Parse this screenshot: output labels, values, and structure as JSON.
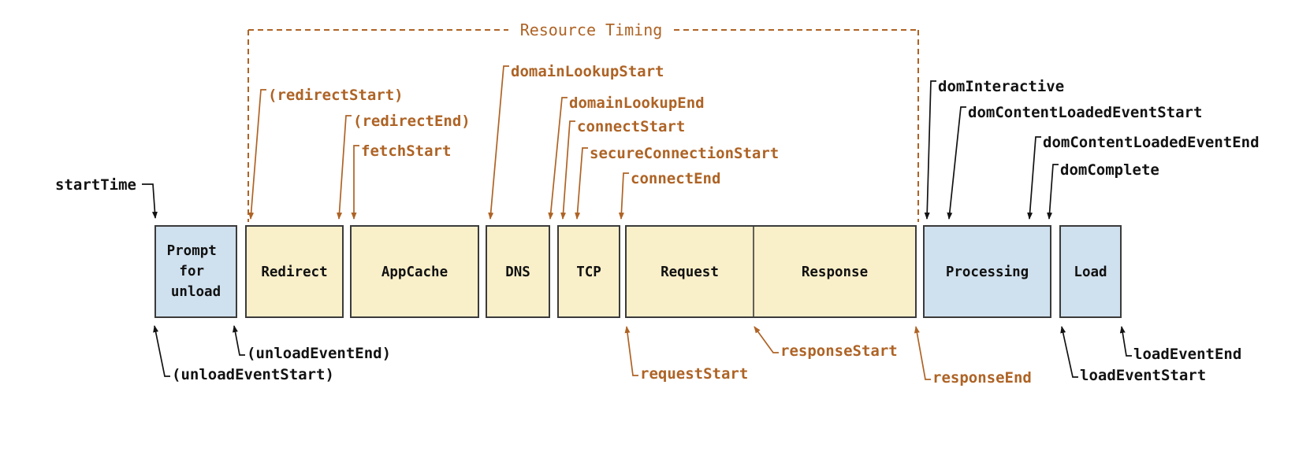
{
  "figure": {
    "title": "Resource Timing"
  },
  "boxes": {
    "prompt": {
      "lines": [
        "Prompt",
        "for",
        "unload"
      ],
      "color": "blue"
    },
    "redirect": {
      "label": "Redirect",
      "color": "yellow"
    },
    "appcache": {
      "label": "AppCache",
      "color": "yellow"
    },
    "dns": {
      "label": "DNS",
      "color": "yellow"
    },
    "tcp": {
      "label": "TCP",
      "color": "yellow"
    },
    "request": {
      "label": "Request",
      "color": "yellow"
    },
    "response": {
      "label": "Response",
      "color": "yellow"
    },
    "processing": {
      "label": "Processing",
      "color": "blue"
    },
    "load": {
      "label": "Load",
      "color": "blue"
    }
  },
  "events": {
    "startTime": "startTime",
    "unloadEventStart": "(unloadEventStart)",
    "unloadEventEnd": "(unloadEventEnd)",
    "redirectStart": "(redirectStart)",
    "redirectEnd": "(redirectEnd)",
    "fetchStart": "fetchStart",
    "domainLookupStart": "domainLookupStart",
    "domainLookupEnd": "domainLookupEnd",
    "connectStart": "connectStart",
    "secureConnectionStart": "secureConnectionStart",
    "connectEnd": "connectEnd",
    "requestStart": "requestStart",
    "responseStart": "responseStart",
    "responseEnd": "responseEnd",
    "domInteractive": "domInteractive",
    "domContentLoadedEventStart": "domContentLoadedEventStart",
    "domContentLoadedEventEnd": "domContentLoadedEventEnd",
    "domComplete": "domComplete",
    "loadEventStart": "loadEventStart",
    "loadEventEnd": "loadEventEnd"
  },
  "colors": {
    "accent_orange": "#ae6325",
    "ink_black": "#121212",
    "box_yellow": "#f9efc9",
    "box_blue": "#cfe0ee",
    "box_border": "#3b3b3b",
    "background": "#ffffff"
  }
}
